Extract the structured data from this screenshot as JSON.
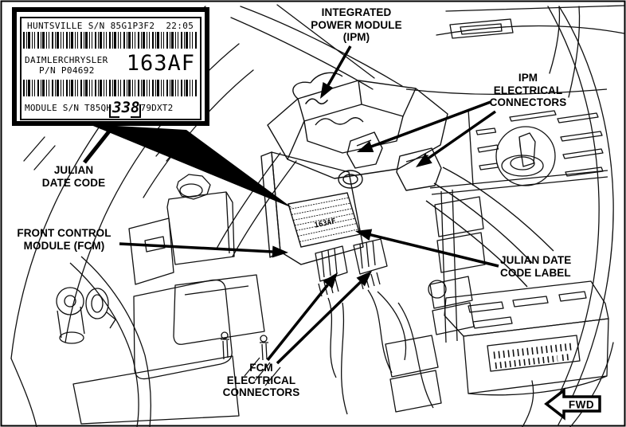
{
  "colors": {
    "ink": "#000000",
    "background": "#ffffff"
  },
  "inset_label": {
    "line1": "HUNTSVILLE S/N 85G1P3F2  22:05",
    "manufacturer": "DAIMLERCHRYSLER",
    "part_number": "P/N P04692",
    "date_code": "163AF",
    "module_serial_prefix": "MODULE S/N T85QH",
    "julian_date_code": "338",
    "module_serial_suffix": "79DXT2"
  },
  "callouts": {
    "ipm": {
      "lines": [
        "INTEGRATED",
        "POWER MODULE",
        "(IPM)"
      ]
    },
    "ipm_connectors": {
      "lines": [
        "IPM",
        "ELECTRICAL",
        "CONNECTORS"
      ]
    },
    "julian_date_code": {
      "lines": [
        "JULIAN",
        "DATE CODE"
      ]
    },
    "fcm": {
      "lines": [
        "FRONT CONTROL",
        "MODULE (FCM)"
      ]
    },
    "julian_date_code_label": {
      "lines": [
        "JULIAN DATE",
        "CODE LABEL"
      ]
    },
    "fcm_connectors": {
      "lines": [
        "FCM",
        "ELECTRICAL",
        "CONNECTORS"
      ]
    }
  },
  "fwd_marker": {
    "label": "FWD"
  }
}
